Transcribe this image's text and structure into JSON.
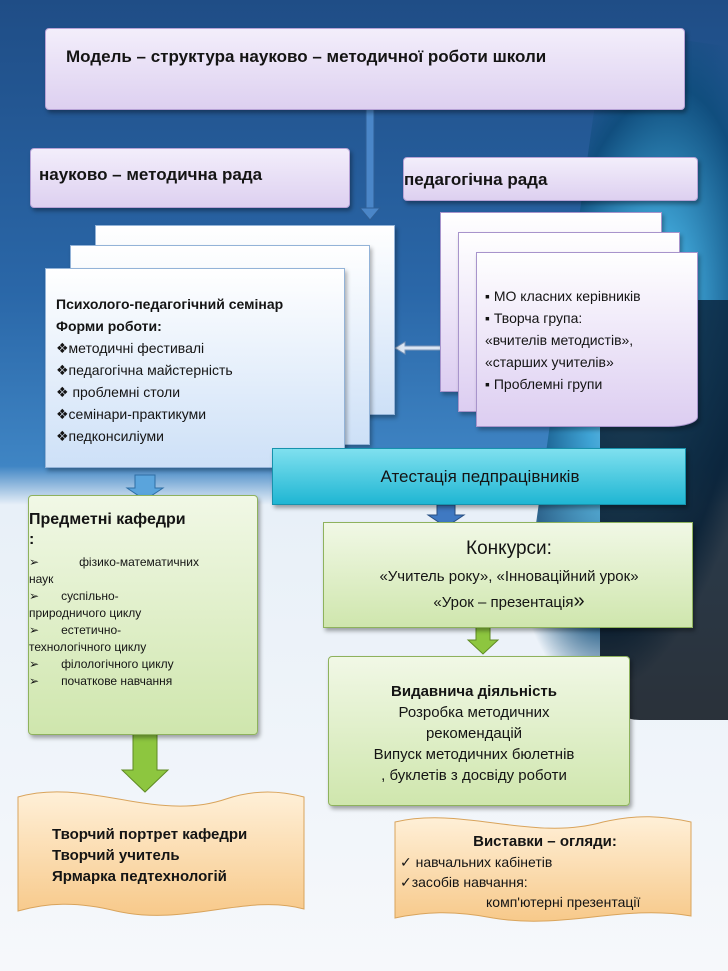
{
  "title": "Модель – структура науково – методичної роботи школи",
  "left_council": "науково – методична рада",
  "right_council": "педагогічна рада",
  "seminar": {
    "heading": "Психолого-педагогічний семінар",
    "forms_label": "Форми роботи:",
    "items": [
      "❖методичні фестивалі",
      "❖педагогічна майстерність",
      "❖ проблемні столи",
      "❖семінари-практикуми",
      "❖педконсиліуми"
    ]
  },
  "groups": {
    "items": [
      "▪ МО класних керівників",
      "▪  Творча група:",
      "«вчителів методистів»,",
      "«старших учителів»",
      "▪ Проблемні групи"
    ]
  },
  "attestation": "Атестація  педпрацівників",
  "departments": {
    "heading": "Предметні  кафедри",
    "heading_colon": ":",
    "items": [
      {
        "bullet": "➢",
        "text": "фізико-математичних",
        "cont": "наук"
      },
      {
        "bullet": "➢",
        "text": "суспільно-",
        "cont": "природничого циклу"
      },
      {
        "bullet": "➢",
        "text": "естетично-",
        "cont": "технологічного циклу"
      },
      {
        "bullet": "➢",
        "text": "філологічного циклу",
        "cont": ""
      },
      {
        "bullet": "➢",
        "text": "початкове навчання",
        "cont": ""
      }
    ]
  },
  "contests": {
    "heading": "Конкурси:",
    "line1": "«Учитель року», «Інноваційний урок»",
    "line2": "«Урок – презентація",
    "line2_end": "»"
  },
  "publishing": {
    "heading": "Видавнича діяльність",
    "lines": [
      "Розробка методичних",
      "рекомендацій",
      "Випуск методичних бюлетнів",
      ", буклетів з досвіду роботи"
    ]
  },
  "portrait": {
    "lines": [
      "Творчий портрет кафедри",
      "Творчий учитель",
      "Ярмарка  педтехнологій"
    ]
  },
  "exhibitions": {
    "heading": "Виставки – огляди:",
    "items": [
      "✓ навчальних кабінетів",
      "✓засобів навчання:"
    ],
    "sub": "комп'ютерні презентації"
  },
  "colors": {
    "lilac": "#ddd0f0",
    "blue_page": "#cde0f7",
    "green": "#cfe6ad",
    "cyan": "#1fb6d3",
    "orange": "#f7c98a",
    "arrow_blue": "#4a86c8",
    "arrow_green": "#8dc63f"
  }
}
